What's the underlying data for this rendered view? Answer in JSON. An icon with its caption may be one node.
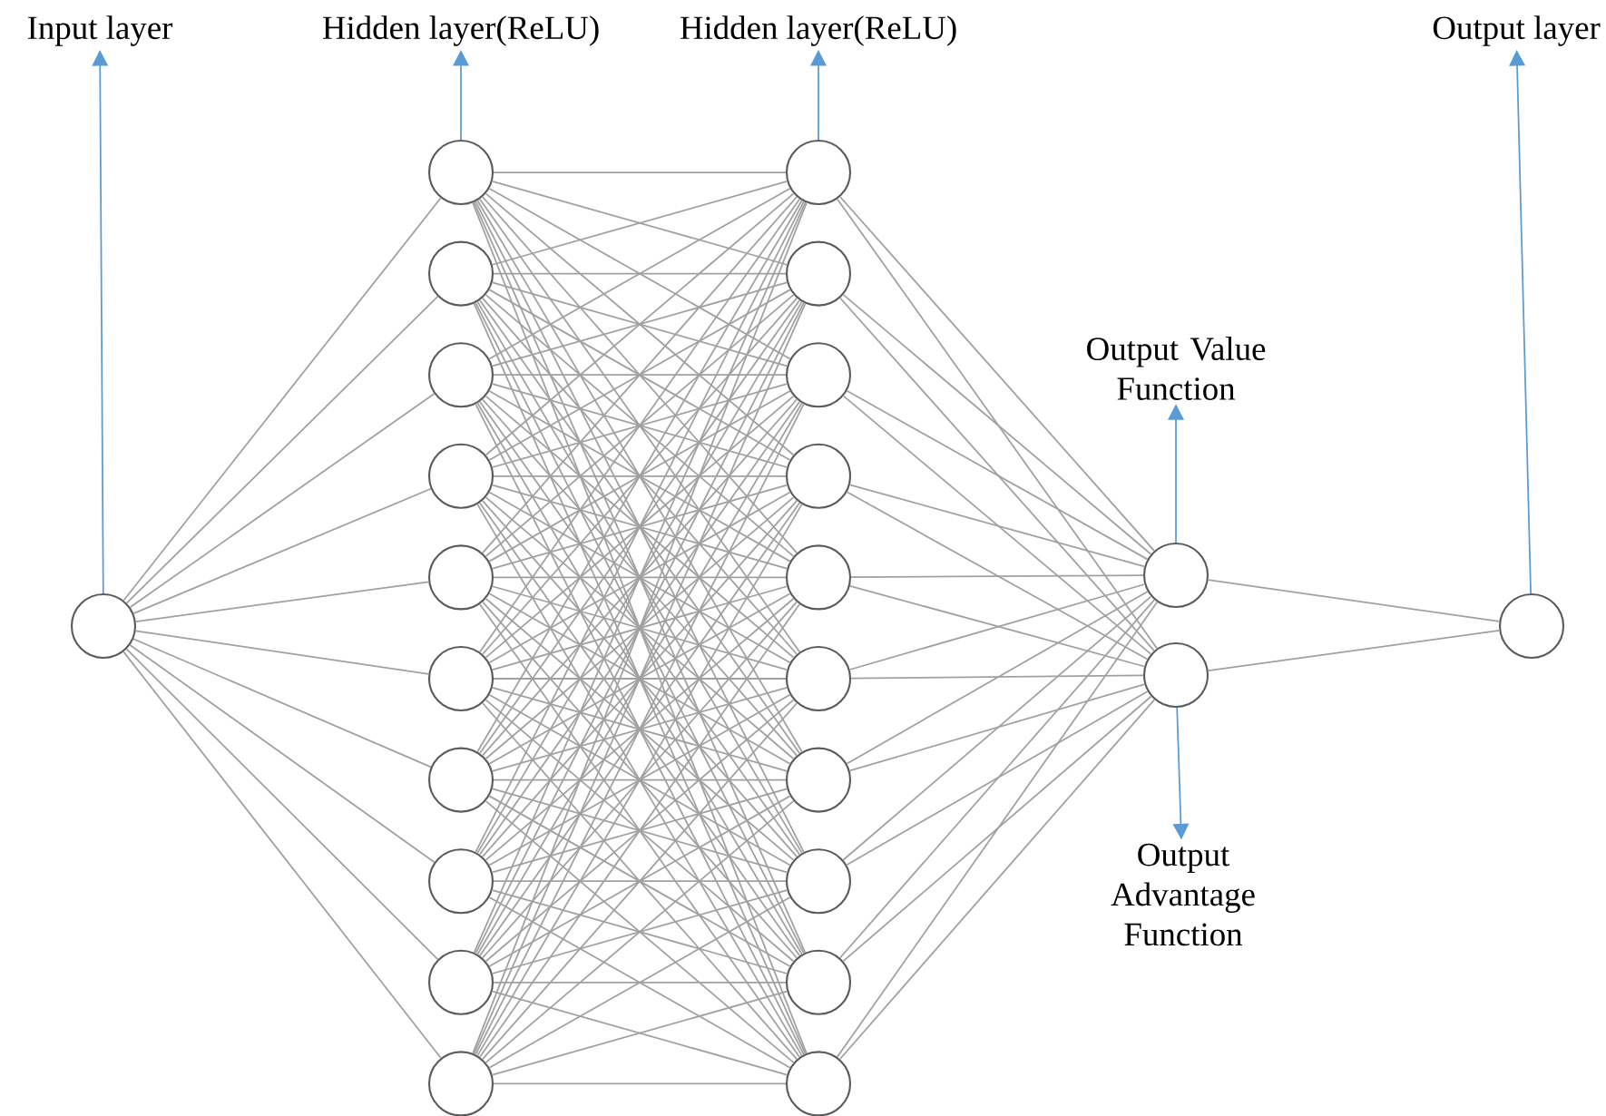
{
  "diagram": {
    "nodes": [
      {
        "text": [
          "Input layer"
        ]
      },
      {
        "text": [
          "Hidden layer(ReLU)"
        ]
      },
      {
        "text": [
          "Hidden layer(ReLU)"
        ]
      },
      {
        "text": [
          "Output layer"
        ]
      },
      {
        "text": [
          "Output Value Function"
        ]
      },
      {
        "text": [],
        "shape": "circle"
      },
      {
        "text": [],
        "shape": "circle"
      },
      {
        "text": [],
        "shape": "circle"
      },
      {
        "text": [],
        "shape": "circle"
      },
      {
        "text": [],
        "shape": "circle"
      },
      {
        "text": [],
        "shape": "circle"
      },
      {
        "text": [],
        "shape": "circle"
      },
      {
        "text": [],
        "shape": "circle"
      },
      {
        "text": [],
        "shape": "circle"
      },
      {
        "text": [],
        "shape": "circle"
      },
      {
        "text": [],
        "shape": "circle"
      },
      {
        "text": [],
        "shape": "circle"
      },
      {
        "text": [],
        "shape": "circle"
      },
      {
        "text": [],
        "shape": "circle"
      },
      {
        "text": [],
        "shape": "circle"
      },
      {
        "text": [],
        "shape": "circle"
      },
      {
        "text": [],
        "shape": "circle"
      },
      {
        "text": [],
        "shape": "circle"
      },
      {
        "text": [],
        "shape": "circle"
      },
      {
        "text": [],
        "shape": "circle"
      },
      {
        "text": [],
        "shape": "circle"
      },
      {
        "text": [],
        "shape": "circle"
      },
      {
        "text": [],
        "shape": "circle"
      },
      {
        "text": [],
        "shape": "circle"
      },
      {
        "text": [
          "Output Advantage Function"
        ]
      }
    ],
    "edges": [
      {
        "from": 5,
        "to": 0,
        "arrow": "to",
        "color": "#5b9bd5"
      },
      {
        "from": 6,
        "to": 1,
        "arrow": "to",
        "color": "#5b9bd5"
      },
      {
        "from": 16,
        "to": 2,
        "arrow": "to",
        "color": "#5b9bd5"
      },
      {
        "from": 28,
        "to": 3,
        "arrow": "to",
        "color": "#5b9bd5"
      },
      {
        "from": 26,
        "to": 4,
        "arrow": "to",
        "color": "#5b9bd5"
      },
      {
        "from": 27,
        "to": 29,
        "arrow": "to",
        "color": "#5b9bd5"
      },
      {
        "from": 5,
        "to": 6,
        "arrow": "none"
      },
      {
        "from": 5,
        "to": 7,
        "arrow": "none"
      },
      {
        "from": 5,
        "to": 8,
        "arrow": "none"
      },
      {
        "from": 5,
        "to": 9,
        "arrow": "none"
      },
      {
        "from": 5,
        "to": 10,
        "arrow": "none"
      },
      {
        "from": 5,
        "to": 11,
        "arrow": "none"
      },
      {
        "from": 5,
        "to": 12,
        "arrow": "none"
      },
      {
        "from": 5,
        "to": 13,
        "arrow": "none"
      },
      {
        "from": 5,
        "to": 14,
        "arrow": "none"
      },
      {
        "from": 5,
        "to": 15,
        "arrow": "none"
      },
      {
        "from": 6,
        "to": 16,
        "arrow": "none"
      },
      {
        "from": 6,
        "to": 17,
        "arrow": "none"
      },
      {
        "from": 6,
        "to": 18,
        "arrow": "none"
      },
      {
        "from": 6,
        "to": 19,
        "arrow": "none"
      },
      {
        "from": 6,
        "to": 20,
        "arrow": "none"
      },
      {
        "from": 6,
        "to": 21,
        "arrow": "none"
      },
      {
        "from": 6,
        "to": 22,
        "arrow": "none"
      },
      {
        "from": 6,
        "to": 23,
        "arrow": "none"
      },
      {
        "from": 6,
        "to": 24,
        "arrow": "none"
      },
      {
        "from": 6,
        "to": 25,
        "arrow": "none"
      },
      {
        "from": 7,
        "to": 16,
        "arrow": "none"
      },
      {
        "from": 7,
        "to": 17,
        "arrow": "none"
      },
      {
        "from": 7,
        "to": 18,
        "arrow": "none"
      },
      {
        "from": 7,
        "to": 19,
        "arrow": "none"
      },
      {
        "from": 7,
        "to": 20,
        "arrow": "none"
      },
      {
        "from": 7,
        "to": 21,
        "arrow": "none"
      },
      {
        "from": 7,
        "to": 22,
        "arrow": "none"
      },
      {
        "from": 7,
        "to": 23,
        "arrow": "none"
      },
      {
        "from": 7,
        "to": 24,
        "arrow": "none"
      },
      {
        "from": 7,
        "to": 25,
        "arrow": "none"
      },
      {
        "from": 8,
        "to": 16,
        "arrow": "none"
      },
      {
        "from": 8,
        "to": 17,
        "arrow": "none"
      },
      {
        "from": 8,
        "to": 18,
        "arrow": "none"
      },
      {
        "from": 8,
        "to": 19,
        "arrow": "none"
      },
      {
        "from": 8,
        "to": 20,
        "arrow": "none"
      },
      {
        "from": 8,
        "to": 21,
        "arrow": "none"
      },
      {
        "from": 8,
        "to": 22,
        "arrow": "none"
      },
      {
        "from": 8,
        "to": 23,
        "arrow": "none"
      },
      {
        "from": 8,
        "to": 24,
        "arrow": "none"
      },
      {
        "from": 8,
        "to": 25,
        "arrow": "none"
      },
      {
        "from": 9,
        "to": 16,
        "arrow": "none"
      },
      {
        "from": 9,
        "to": 17,
        "arrow": "none"
      },
      {
        "from": 9,
        "to": 18,
        "arrow": "none"
      },
      {
        "from": 9,
        "to": 19,
        "arrow": "none"
      },
      {
        "from": 9,
        "to": 20,
        "arrow": "none"
      },
      {
        "from": 9,
        "to": 21,
        "arrow": "none"
      },
      {
        "from": 9,
        "to": 22,
        "arrow": "none"
      },
      {
        "from": 9,
        "to": 23,
        "arrow": "none"
      },
      {
        "from": 9,
        "to": 24,
        "arrow": "none"
      },
      {
        "from": 9,
        "to": 25,
        "arrow": "none"
      },
      {
        "from": 10,
        "to": 16,
        "arrow": "none"
      },
      {
        "from": 10,
        "to": 17,
        "arrow": "none"
      },
      {
        "from": 10,
        "to": 18,
        "arrow": "none"
      },
      {
        "from": 10,
        "to": 19,
        "arrow": "none"
      },
      {
        "from": 10,
        "to": 20,
        "arrow": "none"
      },
      {
        "from": 10,
        "to": 21,
        "arrow": "none"
      },
      {
        "from": 10,
        "to": 22,
        "arrow": "none"
      },
      {
        "from": 10,
        "to": 23,
        "arrow": "none"
      },
      {
        "from": 10,
        "to": 24,
        "arrow": "none"
      },
      {
        "from": 10,
        "to": 25,
        "arrow": "none"
      },
      {
        "from": 11,
        "to": 16,
        "arrow": "none"
      },
      {
        "from": 11,
        "to": 17,
        "arrow": "none"
      },
      {
        "from": 11,
        "to": 18,
        "arrow": "none"
      },
      {
        "from": 11,
        "to": 19,
        "arrow": "none"
      },
      {
        "from": 11,
        "to": 20,
        "arrow": "none"
      },
      {
        "from": 11,
        "to": 21,
        "arrow": "none"
      },
      {
        "from": 11,
        "to": 22,
        "arrow": "none"
      },
      {
        "from": 11,
        "to": 23,
        "arrow": "none"
      },
      {
        "from": 11,
        "to": 24,
        "arrow": "none"
      },
      {
        "from": 11,
        "to": 25,
        "arrow": "none"
      },
      {
        "from": 12,
        "to": 16,
        "arrow": "none"
      },
      {
        "from": 12,
        "to": 17,
        "arrow": "none"
      },
      {
        "from": 12,
        "to": 18,
        "arrow": "none"
      },
      {
        "from": 12,
        "to": 19,
        "arrow": "none"
      },
      {
        "from": 12,
        "to": 20,
        "arrow": "none"
      },
      {
        "from": 12,
        "to": 21,
        "arrow": "none"
      },
      {
        "from": 12,
        "to": 22,
        "arrow": "none"
      },
      {
        "from": 12,
        "to": 23,
        "arrow": "none"
      },
      {
        "from": 12,
        "to": 24,
        "arrow": "none"
      },
      {
        "from": 12,
        "to": 25,
        "arrow": "none"
      },
      {
        "from": 13,
        "to": 16,
        "arrow": "none"
      },
      {
        "from": 13,
        "to": 17,
        "arrow": "none"
      },
      {
        "from": 13,
        "to": 18,
        "arrow": "none"
      },
      {
        "from": 13,
        "to": 19,
        "arrow": "none"
      },
      {
        "from": 13,
        "to": 20,
        "arrow": "none"
      },
      {
        "from": 13,
        "to": 21,
        "arrow": "none"
      },
      {
        "from": 13,
        "to": 22,
        "arrow": "none"
      },
      {
        "from": 13,
        "to": 23,
        "arrow": "none"
      },
      {
        "from": 13,
        "to": 24,
        "arrow": "none"
      },
      {
        "from": 13,
        "to": 25,
        "arrow": "none"
      },
      {
        "from": 14,
        "to": 16,
        "arrow": "none"
      },
      {
        "from": 14,
        "to": 17,
        "arrow": "none"
      },
      {
        "from": 14,
        "to": 18,
        "arrow": "none"
      },
      {
        "from": 14,
        "to": 19,
        "arrow": "none"
      },
      {
        "from": 14,
        "to": 20,
        "arrow": "none"
      },
      {
        "from": 14,
        "to": 21,
        "arrow": "none"
      },
      {
        "from": 14,
        "to": 22,
        "arrow": "none"
      },
      {
        "from": 14,
        "to": 23,
        "arrow": "none"
      },
      {
        "from": 14,
        "to": 24,
        "arrow": "none"
      },
      {
        "from": 14,
        "to": 25,
        "arrow": "none"
      },
      {
        "from": 15,
        "to": 16,
        "arrow": "none"
      },
      {
        "from": 15,
        "to": 17,
        "arrow": "none"
      },
      {
        "from": 15,
        "to": 18,
        "arrow": "none"
      },
      {
        "from": 15,
        "to": 19,
        "arrow": "none"
      },
      {
        "from": 15,
        "to": 20,
        "arrow": "none"
      },
      {
        "from": 15,
        "to": 21,
        "arrow": "none"
      },
      {
        "from": 15,
        "to": 22,
        "arrow": "none"
      },
      {
        "from": 15,
        "to": 23,
        "arrow": "none"
      },
      {
        "from": 15,
        "to": 24,
        "arrow": "none"
      },
      {
        "from": 15,
        "to": 25,
        "arrow": "none"
      },
      {
        "from": 16,
        "to": 26,
        "arrow": "none"
      },
      {
        "from": 16,
        "to": 27,
        "arrow": "none"
      },
      {
        "from": 17,
        "to": 26,
        "arrow": "none"
      },
      {
        "from": 17,
        "to": 27,
        "arrow": "none"
      },
      {
        "from": 18,
        "to": 26,
        "arrow": "none"
      },
      {
        "from": 18,
        "to": 27,
        "arrow": "none"
      },
      {
        "from": 19,
        "to": 26,
        "arrow": "none"
      },
      {
        "from": 19,
        "to": 27,
        "arrow": "none"
      },
      {
        "from": 20,
        "to": 26,
        "arrow": "none"
      },
      {
        "from": 20,
        "to": 27,
        "arrow": "none"
      },
      {
        "from": 21,
        "to": 26,
        "arrow": "none"
      },
      {
        "from": 21,
        "to": 27,
        "arrow": "none"
      },
      {
        "from": 22,
        "to": 26,
        "arrow": "none"
      },
      {
        "from": 22,
        "to": 27,
        "arrow": "none"
      },
      {
        "from": 23,
        "to": 26,
        "arrow": "none"
      },
      {
        "from": 23,
        "to": 27,
        "arrow": "none"
      },
      {
        "from": 24,
        "to": 26,
        "arrow": "none"
      },
      {
        "from": 24,
        "to": 27,
        "arrow": "none"
      },
      {
        "from": 25,
        "to": 26,
        "arrow": "none"
      },
      {
        "from": 25,
        "to": 27,
        "arrow": "none"
      },
      {
        "from": 26,
        "to": 28,
        "arrow": "none"
      },
      {
        "from": 27,
        "to": 28,
        "arrow": "none"
      }
    ]
  }
}
